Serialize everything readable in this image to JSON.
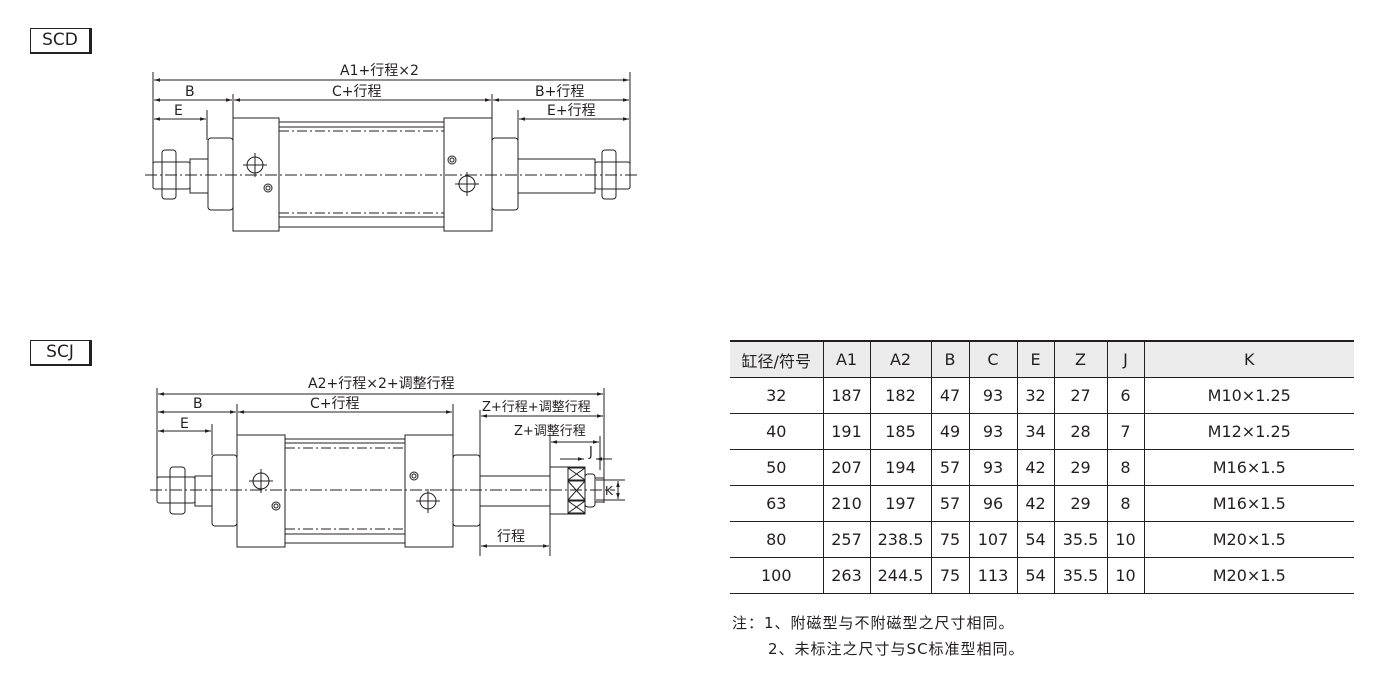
{
  "scd": {
    "tag": "SCD",
    "dims": {
      "a1": "A1+行程×2",
      "b": "B",
      "c": "C+行程",
      "b_stroke": "B+行程",
      "e": "E",
      "e_stroke": "E+行程"
    }
  },
  "scj": {
    "tag": "SCJ",
    "dims": {
      "a2": "A2+行程×2+调整行程",
      "b": "B",
      "c": "C+行程",
      "z_full": "Z+行程+调整行程",
      "z_adj": "Z+调整行程",
      "e": "E",
      "j": "J",
      "k": "K",
      "stroke": "行程"
    }
  },
  "table": {
    "headers": [
      "缸径/符号",
      "A1",
      "A2",
      "B",
      "C",
      "E",
      "Z",
      "J",
      "K"
    ],
    "rows": [
      [
        "32",
        "187",
        "182",
        "47",
        "93",
        "32",
        "27",
        "6",
        "M10×1.25"
      ],
      [
        "40",
        "191",
        "185",
        "49",
        "93",
        "34",
        "28",
        "7",
        "M12×1.25"
      ],
      [
        "50",
        "207",
        "194",
        "57",
        "93",
        "42",
        "29",
        "8",
        "M16×1.5"
      ],
      [
        "63",
        "210",
        "197",
        "57",
        "96",
        "42",
        "29",
        "8",
        "M16×1.5"
      ],
      [
        "80",
        "257",
        "238.5",
        "75",
        "107",
        "54",
        "35.5",
        "10",
        "M20×1.5"
      ],
      [
        "100",
        "263",
        "244.5",
        "75",
        "113",
        "54",
        "35.5",
        "10",
        "M20×1.5"
      ]
    ]
  },
  "notes": [
    "注：1、附磁型与不附磁型之尺寸相同。",
    "2、未标注之尺寸与SC标准型相同。"
  ]
}
